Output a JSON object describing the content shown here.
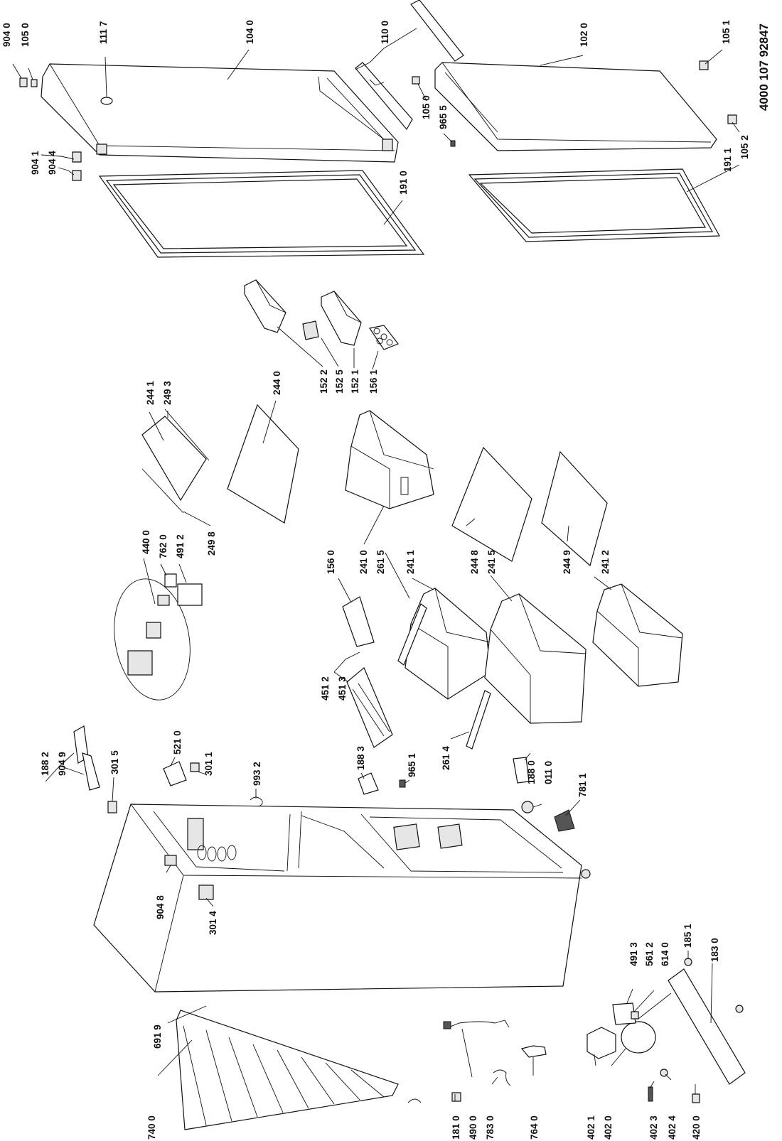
{
  "diagram": {
    "doc_code": "4000 107 92847",
    "labels": {
      "l9040a": "904 0",
      "l1050a": "105 0",
      "l1117": "111 7",
      "l1040": "104 0",
      "l1100": "110 0",
      "l1020": "102 0",
      "l1051": "105 1",
      "l1050b": "105 0",
      "l9655": "965 5",
      "l9041": "904 1",
      "l9044": "904 4",
      "l1910": "191 0",
      "l1911": "191 1",
      "l1052": "105 2",
      "l1522": "152 2",
      "l1525": "152 5",
      "l1521": "152 1",
      "l1561": "156 1",
      "l2441": "244 1",
      "l2493": "249 3",
      "l2440": "244 0",
      "l2498": "249 8",
      "l4400": "440 0",
      "l7620": "762 0",
      "l4912": "491 2",
      "l1560": "156 0",
      "l2410": "241 0",
      "l2615": "261 5",
      "l2411": "241 1",
      "l2448": "244 8",
      "l2415": "241 5",
      "l2449": "244 9",
      "l2412": "241 2",
      "l4512": "451 2",
      "l4513": "451 3",
      "l1882": "188 2",
      "l9049": "904 9",
      "l3015": "301 5",
      "l5210": "521 0",
      "l3011": "301 1",
      "l9932": "993 2",
      "l1883": "188 3",
      "l9651": "965 1",
      "l2614": "261 4",
      "l1880": "188 0",
      "l0110": "011 0",
      "l7811": "781 1",
      "l9048": "904 8",
      "l3014": "301 4",
      "l6919": "691 9",
      "l7400": "740 0",
      "l1810": "181 0",
      "l4900": "490 0",
      "l7830": "783 0",
      "l7640": "764 0",
      "l4021": "402 1",
      "l4020": "402 0",
      "l4023": "402 3",
      "l4024": "402 4",
      "l4200": "420 0",
      "l4913": "491 3",
      "l5612": "561 2",
      "l6140": "614 0",
      "l1851": "185 1",
      "l1830": "183 0"
    }
  }
}
